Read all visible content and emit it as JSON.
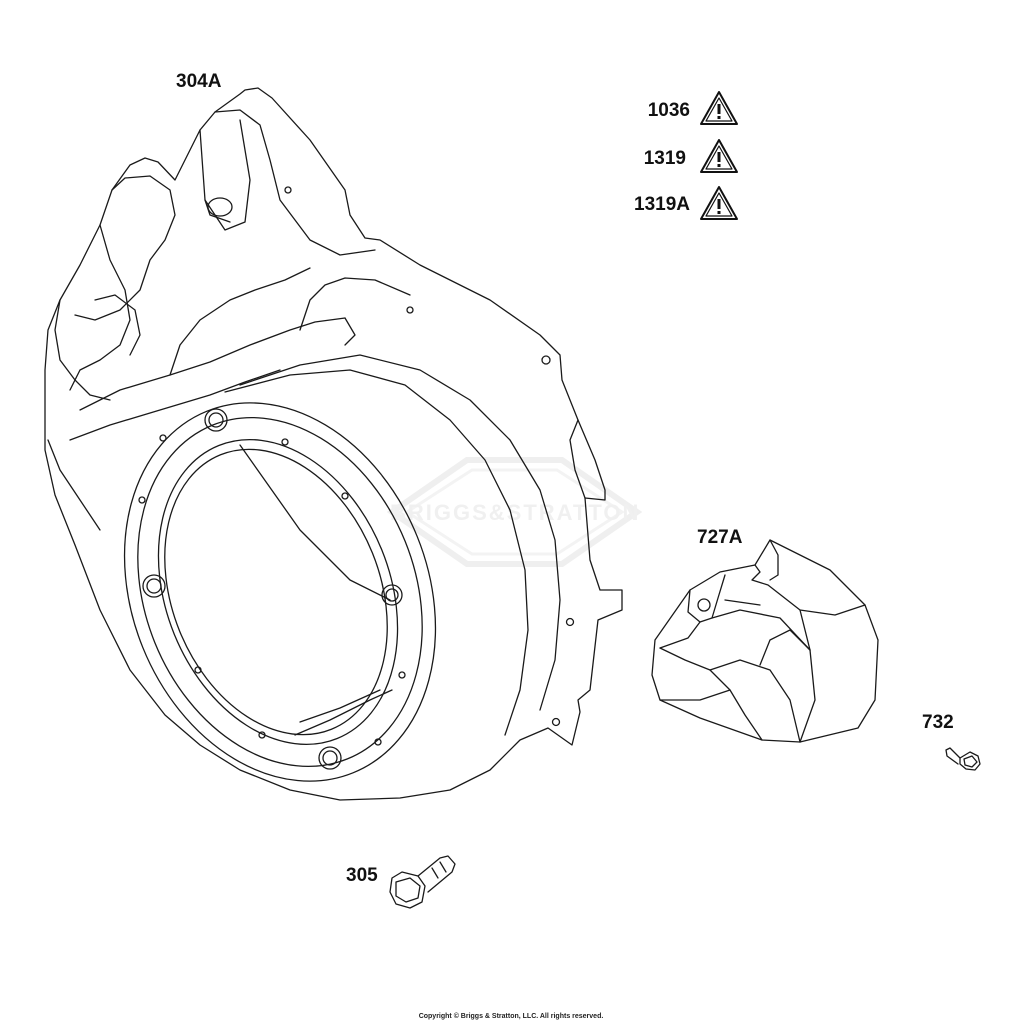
{
  "parts": {
    "blower_housing": "304A",
    "screw_large": "305",
    "guard": "727A",
    "screw_small": "732"
  },
  "warnings": [
    {
      "code": "1036",
      "icon": "warning-triangle-icon"
    },
    {
      "code": "1319",
      "icon": "warning-triangle-icon"
    },
    {
      "code": "1319A",
      "icon": "warning-triangle-icon"
    }
  ],
  "watermark": "BRIGGS&STRATTON",
  "copyright": "Copyright © Briggs & Stratton, LLC. All rights reserved.",
  "colors": {
    "line": "#1a1a1a",
    "watermark": "#eeeeee"
  }
}
